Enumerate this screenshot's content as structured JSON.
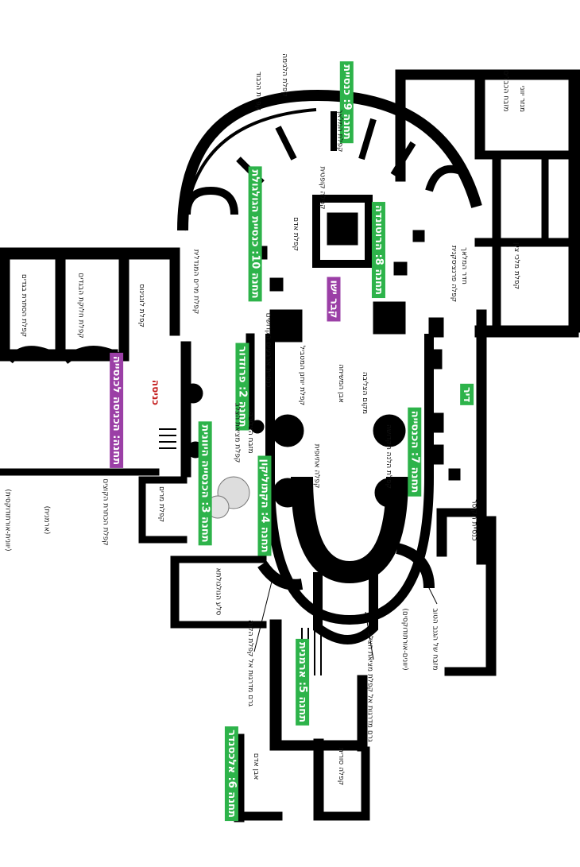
{
  "colors": {
    "station": "#2db34a",
    "highlight": "#9b3fa6",
    "alert": "#c41e1e",
    "wall": "#000000"
  },
  "stations": {
    "s9": "תחנה 9: כנסיית",
    "s10": "תחנה 10: כנסיית הגולגולת",
    "s8": "תחנה 8: הרוטונדה",
    "s2": "תחנה 2: פרוזדור",
    "s3": "תחנה 3: הכנסייה היוונית",
    "s4": "תחנה 4: הקתוליקון",
    "s7": "תחנה 7: הכנסייה",
    "s5": "תחנה 5: ארמנית",
    "s6": "תחנה 6: אלכסנדר",
    "deir": "דיר",
    "tomb": "קבר ישו",
    "start": "תחנה: הכניסה לכנסייה",
    "entrance": "כניסה"
  },
  "rooms": {
    "r1": "קפלת הסתרת בגדים",
    "r2": "קפלת חלוקת הבגדים",
    "r3": "קפלת לונגינוס",
    "r4": "קפלת מרים המגדלית",
    "r5": "קפלת הכבוד",
    "r6": "מזבח הכבלים",
    "r7": "קפלת אדם",
    "r8": "קפלת מלכי ציון",
    "r9": "קפלה פרנציסקנית",
    "r10": "כנסיית ארבעים הקדושים",
    "r11": "קפלה קופטית",
    "r12": "קפלת המלאך",
    "r13": "אבן המשיחה",
    "r14": "מקום הצליבה",
    "r15": "קפלת יוחנן המטביל",
    "r16": "קפלה אתיופית",
    "r17": "קפלת הלנה הקדושה",
    "r18": "קפלת מציאת הצלב",
    "r19": "מזבח הצליבה",
    "r20": "קפלת מרים",
    "r21": "סלע הגולגולתא",
    "r22": "אבן אדם",
    "r23": "קפלה סורית",
    "r24": "חדר המלאך",
    "r25": "כנסיית הקיסר",
    "r26": "מנזר יווני"
  },
  "notes": {
    "n1": "גרם מדרגות אל קפלת הלנה",
    "n2": "גרם מדרגות אל קפלת מציאת הצלב",
    "n3": "מזבח של הגנב הטוב",
    "n4": "קפלת הכתרת הקוצים",
    "n5": "קפלת הלגימה",
    "n6": "(יוונית-אורתודוקסית)",
    "n7": "(ארמנית)",
    "n8": "(יוונים-אורתודוקסים)"
  }
}
